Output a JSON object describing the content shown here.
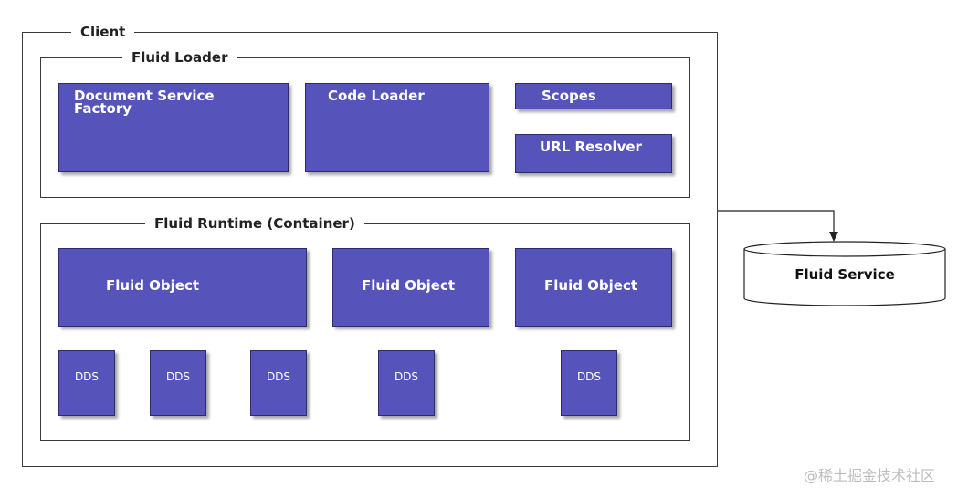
{
  "client": {
    "label": "Client"
  },
  "fluid_loader": {
    "label": "Fluid Loader",
    "document_service_factory_line1": "Document Service",
    "document_service_factory_line2": "Factory",
    "code_loader": "Code Loader",
    "scopes": "Scopes",
    "url_resolver": "URL Resolver"
  },
  "fluid_runtime": {
    "label": "Fluid Runtime (Container)",
    "objects": [
      "Fluid Object",
      "Fluid Object",
      "Fluid Object"
    ],
    "dds": [
      "DDS",
      "DDS",
      "DDS",
      "DDS",
      "DDS"
    ]
  },
  "fluid_service": {
    "label": "Fluid Service"
  },
  "watermark": "@稀土掘金技术社区",
  "colors": {
    "box_fill": "#5653bb",
    "box_border": "#2c2b70",
    "frame_stroke": "#3a3a3a"
  }
}
